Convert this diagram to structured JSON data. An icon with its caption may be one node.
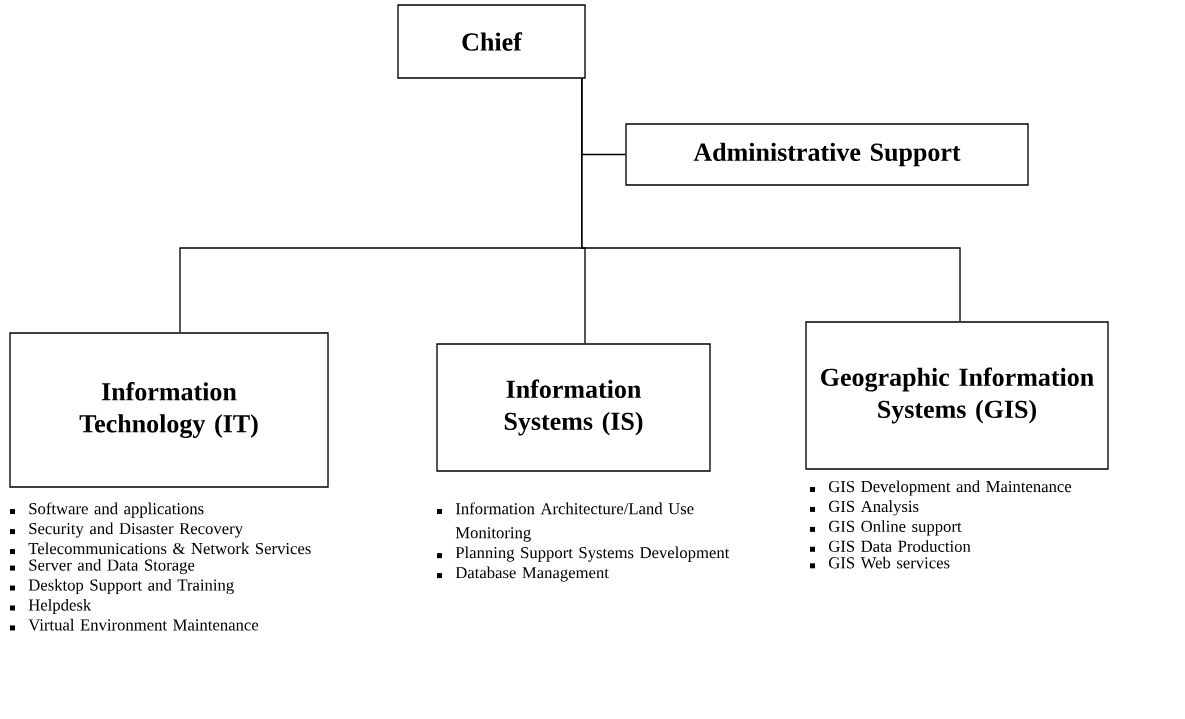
{
  "diagram": {
    "nodes": [
      {
        "text": [
          "Chief"
        ]
      },
      {
        "text": [
          "Administrative Support"
        ]
      },
      {
        "text": [
          "Information Technology (IT)"
        ],
        "beside": [
          "Software and applications",
          "Security and Disaster Recovery",
          "Telecommunications & Network Services",
          "Server and Data Storage",
          "Desktop Support and Training",
          "Helpdesk",
          "Virtual Environment Maintenance"
        ]
      },
      {
        "text": [
          "Information Systems (IS)"
        ],
        "beside": [
          "Information Architecture/Land Use Monitoring",
          "Planning Support Systems Development",
          "Database Management"
        ]
      },
      {
        "text": [
          "Geographic Information Systems (GIS)"
        ],
        "beside": [
          "GIS Development and Maintenance",
          "GIS Analysis",
          "GIS Online support",
          "GIS Data Production",
          "GIS Web services"
        ]
      }
    ],
    "edges": [
      {
        "from": 0,
        "to": 1,
        "arrow": "none"
      },
      {
        "from": 0,
        "to": 2,
        "arrow": "none"
      },
      {
        "from": 0,
        "to": 3,
        "arrow": "none"
      },
      {
        "from": 0,
        "to": 4,
        "arrow": "none"
      }
    ]
  }
}
